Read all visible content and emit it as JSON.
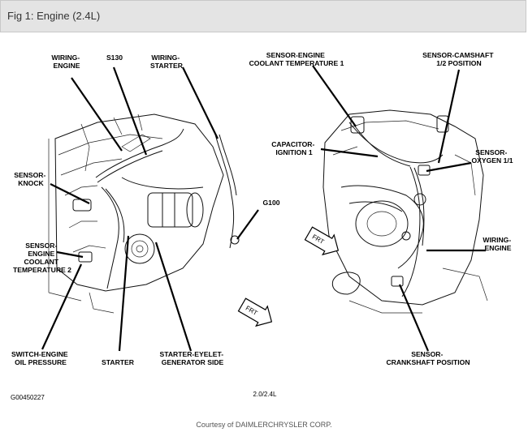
{
  "header": {
    "title": "Fig 1: Engine (2.4L)"
  },
  "labels": {
    "wiring_engine_left": [
      "WIRING-",
      "ENGINE"
    ],
    "s130": [
      "S130"
    ],
    "wiring_starter": [
      "WIRING-",
      "STARTER"
    ],
    "sensor_knock": [
      "SENSOR-",
      "KNOCK"
    ],
    "sensor_ect2": [
      "SENSOR-",
      "ENGINE",
      "COOLANT",
      "TEMPERATURE 2"
    ],
    "switch_oil": [
      "SWITCH-ENGINE",
      "OIL PRESSURE"
    ],
    "starter": [
      "STARTER"
    ],
    "starter_eyelet": [
      "STARTER-EYELET-",
      "GENERATOR SIDE"
    ],
    "g100": [
      "G100"
    ],
    "sensor_ect1": [
      "SENSOR-ENGINE",
      "COOLANT TEMPERATURE 1"
    ],
    "sensor_camshaft": [
      "SENSOR-CAMSHAFT",
      "1/2 POSITION"
    ],
    "capacitor": [
      "CAPACITOR-",
      "IGNITION 1"
    ],
    "sensor_oxygen": [
      "SENSOR-",
      "OXYGEN 1/1"
    ],
    "wiring_engine_right": [
      "WIRING-",
      "ENGINE"
    ],
    "sensor_crank": [
      "SENSOR-",
      "CRANKSHAFT POSITION"
    ]
  },
  "figure": {
    "engine_code": "2.0/2.4L",
    "figure_id": "G00450227",
    "arrow_front_left": "FRT",
    "arrow_front_right": "FRT"
  },
  "footer": {
    "credit": "Courtesy of DAIMLERCHRYSLER CORP."
  }
}
